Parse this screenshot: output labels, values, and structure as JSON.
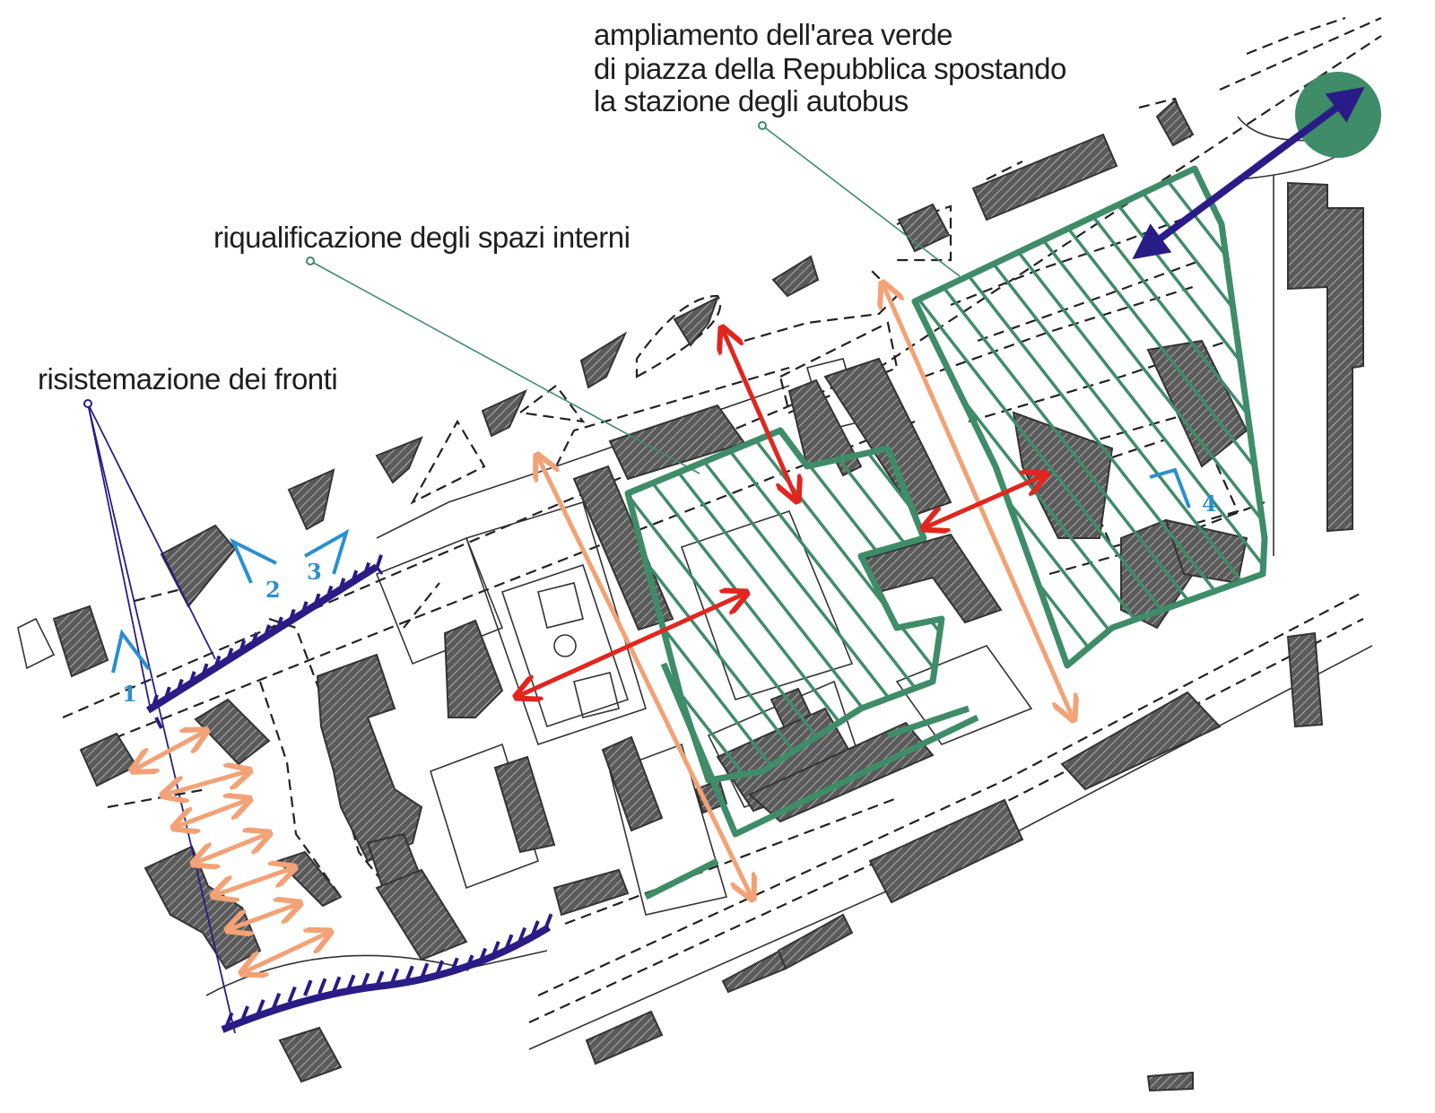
{
  "labels": {
    "risistemazione": "risistemazione dei fronti",
    "riqualificazione": "riqualificazione degli spazi interni",
    "ampliamento_1": "ampliamento dell'area verde",
    "ampliamento_2": "di piazza  della Repubblica spostando",
    "ampliamento_3": "la stazione degli autobus"
  },
  "viewpoints": [
    "1",
    "2",
    "3",
    "4"
  ],
  "colors": {
    "green": "#3f8c68",
    "navy": "#2a1c86",
    "red": "#e0261f",
    "orange": "#f2a276",
    "blue": "#2a8fd0",
    "building": "#555555"
  }
}
